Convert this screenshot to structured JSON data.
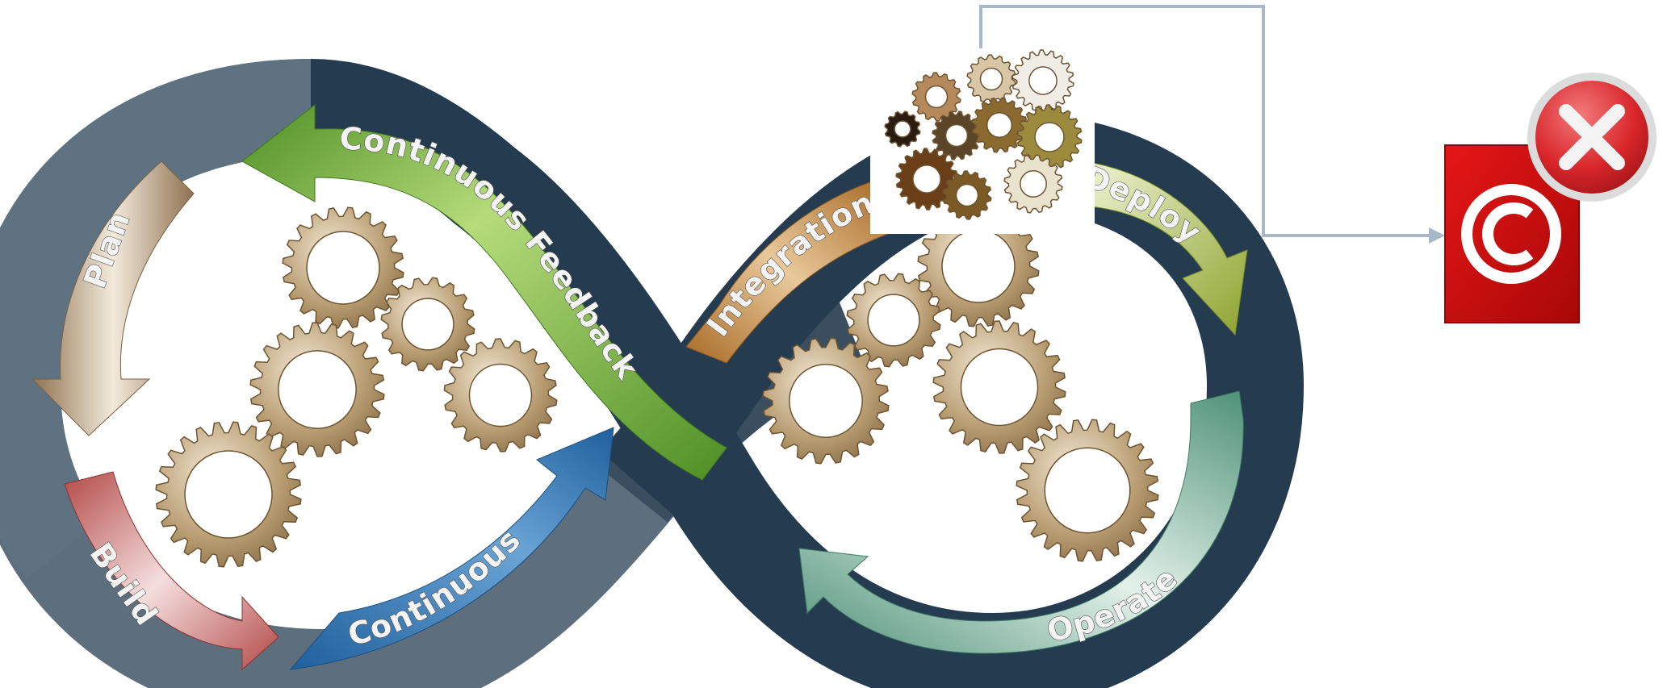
{
  "labels": {
    "plan": "Plan",
    "build": "Build",
    "continuous": "Continuous",
    "integration": "Integration",
    "deploy": "Deploy",
    "operate": "Operate",
    "feedback": "Continuous Feedback"
  },
  "colors": {
    "loop_left": "#5d6e7d",
    "loop_right": "#253c50",
    "plan": "#a88b66",
    "build": "#b85450",
    "continuous": "#2f6fa8",
    "integration": "#b0752e",
    "deploy": "#9aab35",
    "operate": "#5d9c85",
    "feedback": "#5c9a2e",
    "gear": "#b49a72",
    "copyright_bg": "#d40b0b",
    "close": "#d9262a"
  },
  "icons": {
    "gear": "gear-icon",
    "copyright": "copyright-icon",
    "close": "close-icon",
    "connector": "connector-arrow"
  }
}
